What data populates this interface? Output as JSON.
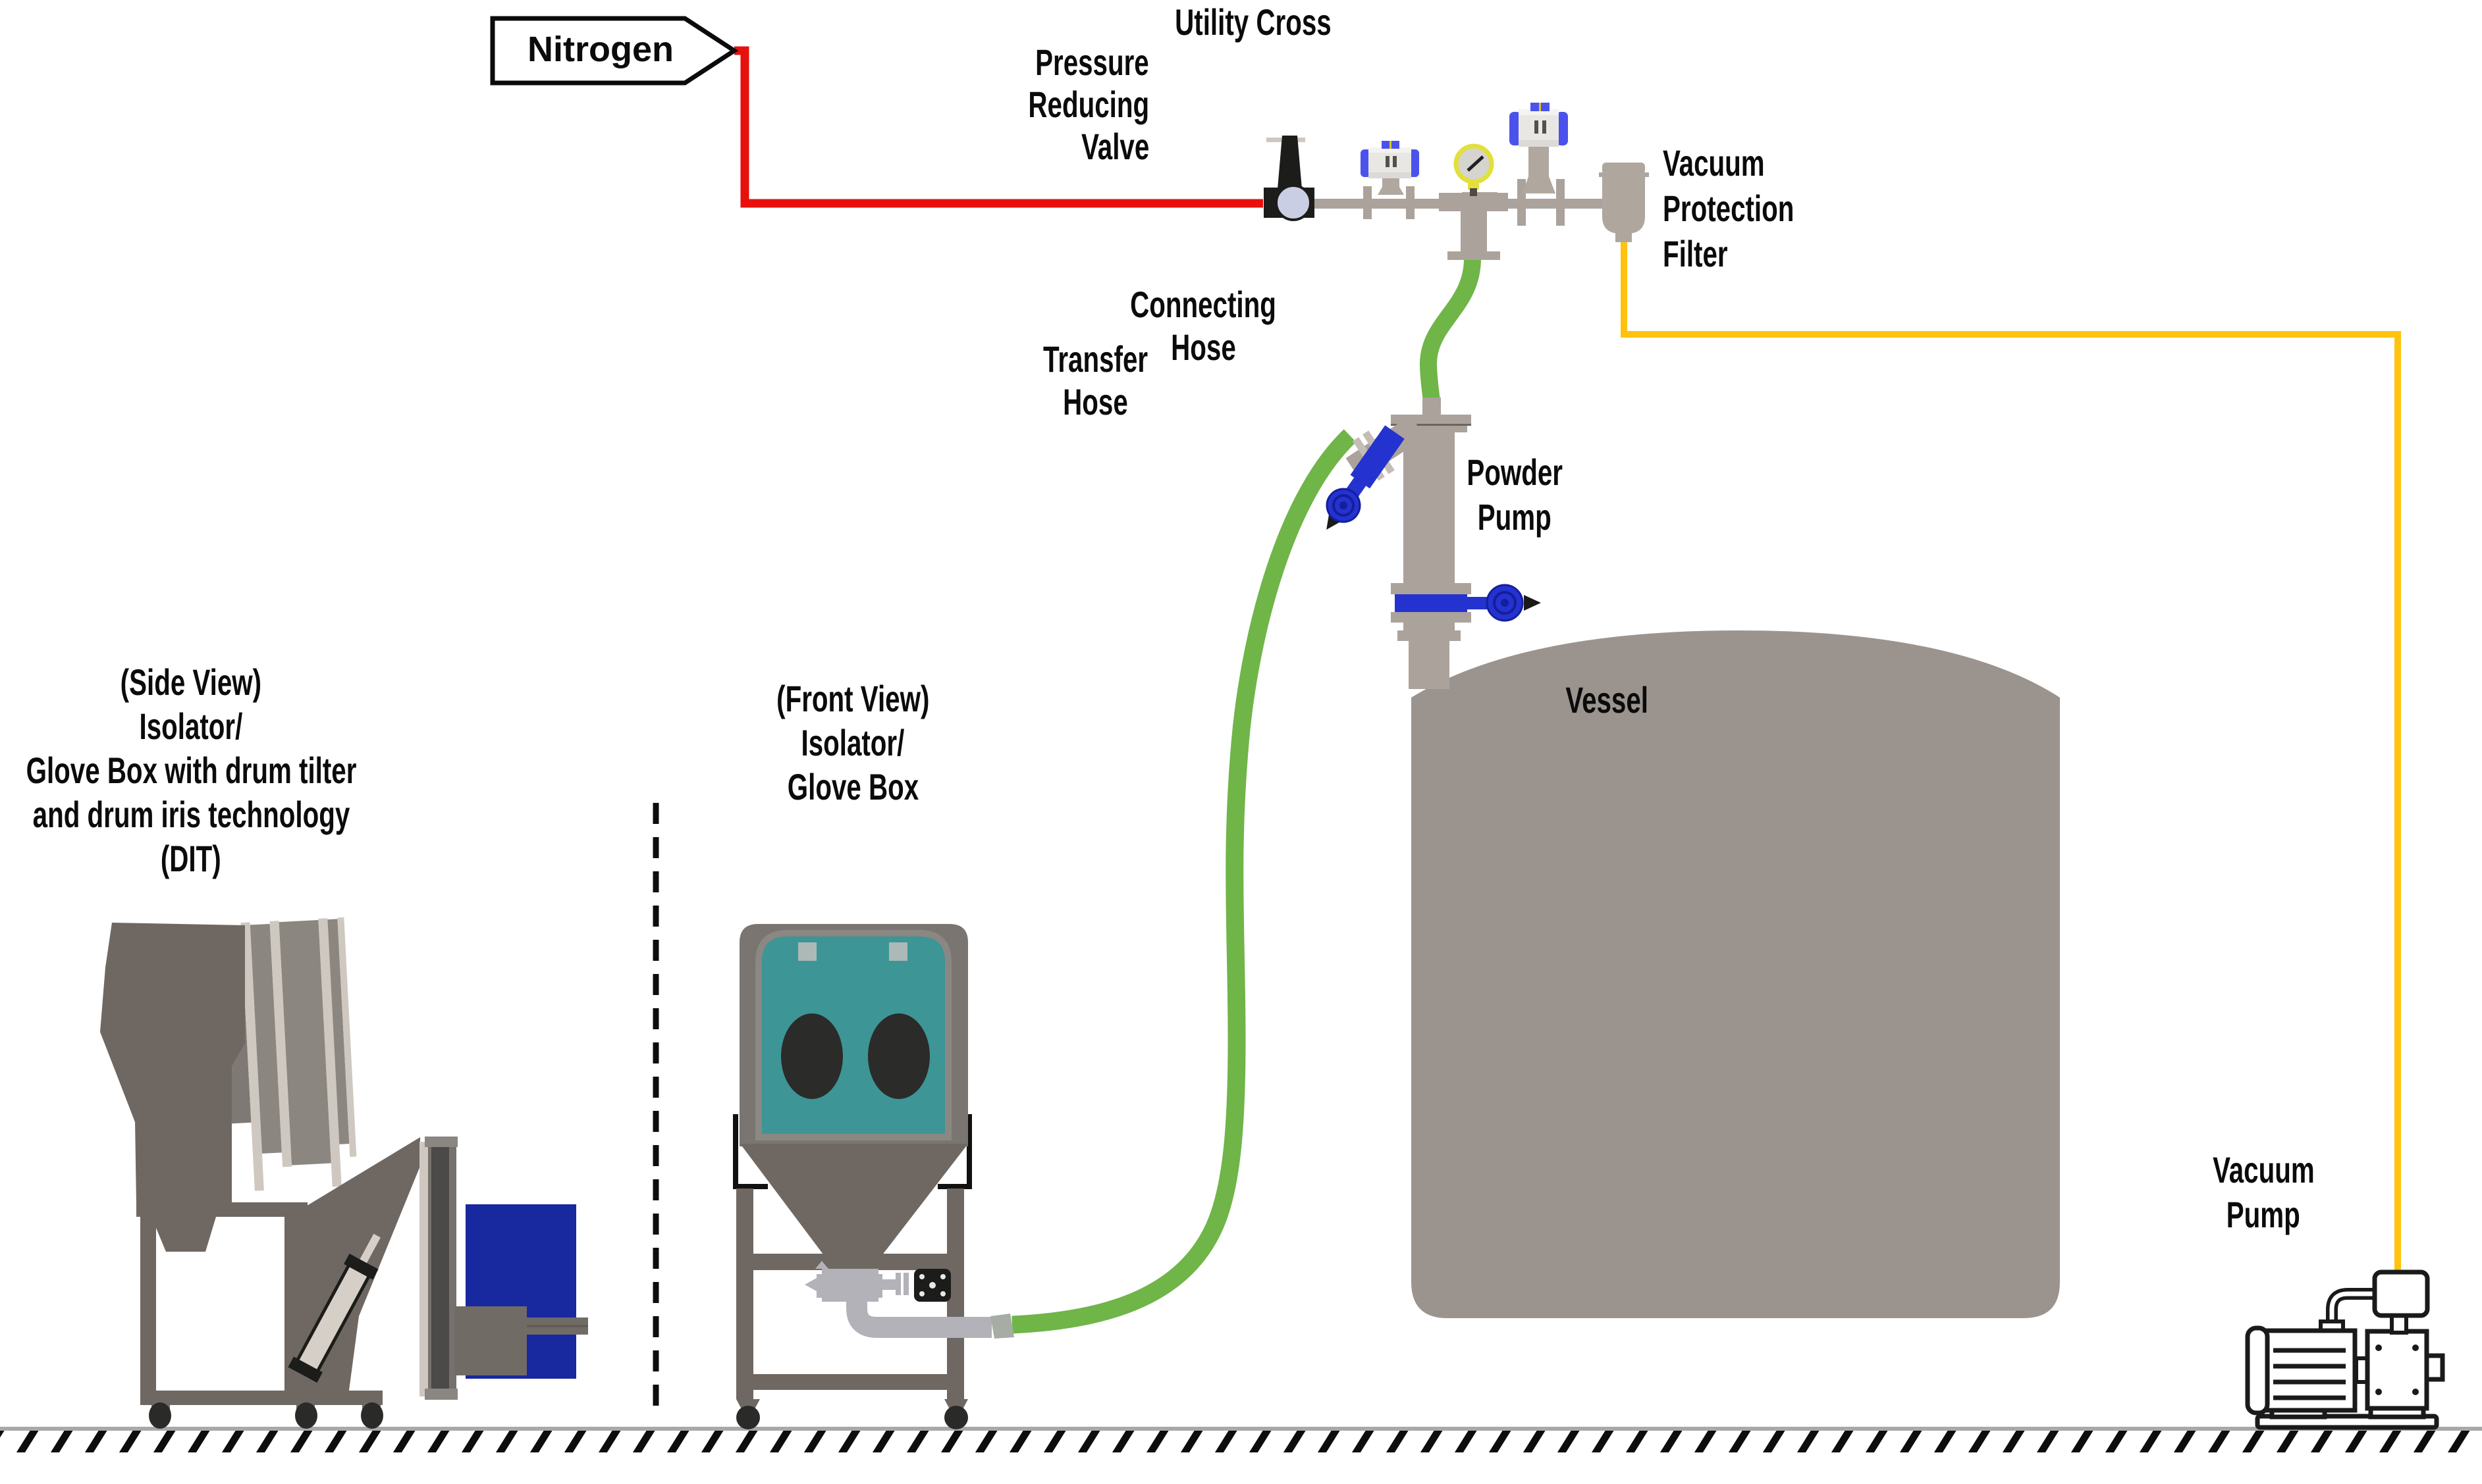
{
  "diagram": {
    "type": "process-flow-diagram",
    "subject": "Powder transfer system: isolator glove box to vessel via powder pump with nitrogen and vacuum utilities"
  },
  "labels": {
    "nitrogen": "Nitrogen",
    "pressure_reducing_valve": [
      "Pressure",
      "Reducing",
      "Valve"
    ],
    "utility_cross": "Utility Cross",
    "vacuum_protection_filter": [
      "Vacuum",
      "Protection",
      "Filter"
    ],
    "connecting_hose": [
      "Connecting",
      "Hose"
    ],
    "transfer_hose": [
      "Transfer",
      "Hose"
    ],
    "powder_pump": [
      "Powder",
      "Pump"
    ],
    "vessel": "Vessel",
    "vacuum_pump": [
      "Vacuum",
      "Pump"
    ],
    "side_view_isolator": [
      "(Side View)",
      "Isolator/",
      "Glove Box with drum tilter",
      "and drum iris technology",
      "(DIT)"
    ],
    "front_view_isolator": [
      "(Front View)",
      "Isolator/",
      "Glove Box"
    ]
  },
  "line_colors": {
    "nitrogen_line": "#E8100C",
    "vacuum_line": "#FFC30F",
    "hose_green": "#6FB548"
  },
  "component_colors": {
    "pipe_taupe": "#ABA29B",
    "vessel_gray": "#9B948E",
    "machine_gray": "#6F6862",
    "actuator_blue": "#4B52EC",
    "valve_blue": "#2433CF",
    "drum_blue": "#18289E",
    "window_teal": "#3D9596",
    "silver_pipe": "#B3B2B8",
    "cream": "#CFC8C0",
    "gauge_yellow": "#E3DF3B",
    "black": "#1C1C1A"
  },
  "components": [
    "nitrogen-source-tag",
    "pressure-reducing-valve",
    "utility-cross",
    "actuated-valve-1",
    "pressure-gauge",
    "actuated-valve-2",
    "vacuum-protection-filter",
    "connecting-hose",
    "transfer-hose",
    "powder-pump",
    "butterfly-valve-diagonal",
    "pinch-valve-horizontal",
    "vessel",
    "vacuum-pump",
    "side-view-glove-box-with-drum-tilter",
    "drum-iris-door",
    "blue-drum",
    "front-view-glove-box",
    "ground"
  ]
}
